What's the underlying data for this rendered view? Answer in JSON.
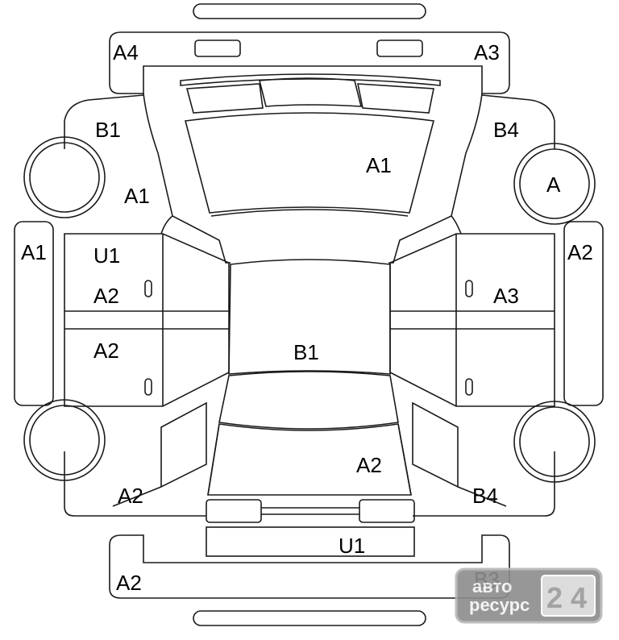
{
  "labels": {
    "a4_top_left": "A4",
    "a3_top_right": "A3",
    "b1_front_left_fender": "B1",
    "b4_front_right_fender": "B4",
    "a1_hood": "A1",
    "a1_left_pillar": "A1",
    "a_front_right_wheel": "A",
    "a1_left_rocker": "A1",
    "a2_right_rocker": "A2",
    "u1_front_left_door": "U1",
    "a2_front_left_door": "A2",
    "a3_front_right_door": "A3",
    "b1_roof": "B1",
    "a2_rear_left_door": "A2",
    "a2_trunk": "A2",
    "a2_rear_left_fender": "A2",
    "b4_rear_right_fender": "B4",
    "u1_tail": "U1",
    "a2_rear_bumper_left": "A2",
    "b3_rear_bumper_right": "B3"
  },
  "watermark": {
    "line1": "авто",
    "line2": "ресурс",
    "digit1": "2",
    "digit2": "4"
  }
}
